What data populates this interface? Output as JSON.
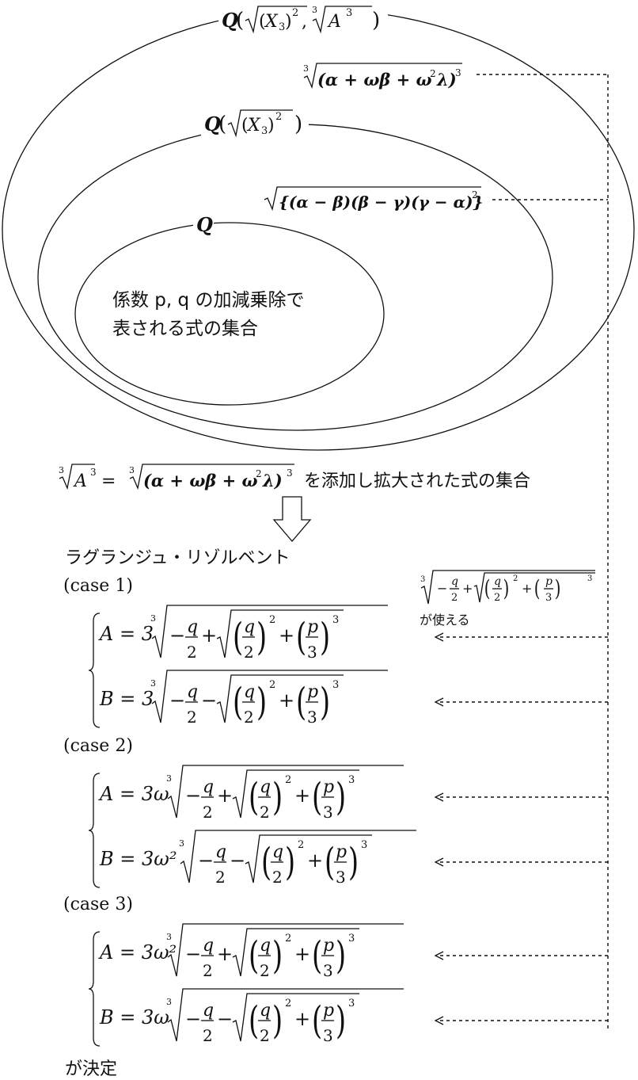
{
  "sets": {
    "outer_Q": "Q",
    "outer_args": "(X₃)², ∛A³",
    "middle_Q": "Q",
    "middle_args": "(X₃)²",
    "inner_Q": "Q",
    "inner_desc_line1": "係数 p, q の加減乗除で",
    "inner_desc_line2": "表される式の集合",
    "outer_element": "(α + ωβ + ω²λ)³",
    "middle_element": "{(α − β)(β − γ)(γ − α)}²"
  },
  "adjoin": {
    "lhs": "A³",
    "equals": "=",
    "rhs": "(α + ωβ + ω²λ)³",
    "text": "を添加し拡大された式の集合"
  },
  "heading": "ラグランジュ・リゾルベント",
  "usable_note": {
    "radicand": "− q/2 + ((q/2)² + (p/3)³)",
    "label": "が使える"
  },
  "cases": [
    {
      "label": "(case 1)",
      "A_coef": "A = 3",
      "B_coef": "B = 3",
      "A_sign": "+",
      "B_sign": "−"
    },
    {
      "label": "(case 2)",
      "A_coef": "A = 3ω",
      "B_coef": "B = 3ω²",
      "A_sign": "+",
      "B_sign": "−"
    },
    {
      "label": "(case 3)",
      "A_coef": "A = 3ω²",
      "B_coef": "B = 3ω",
      "A_sign": "+",
      "B_sign": "−"
    }
  ],
  "conclusion": "が決定"
}
